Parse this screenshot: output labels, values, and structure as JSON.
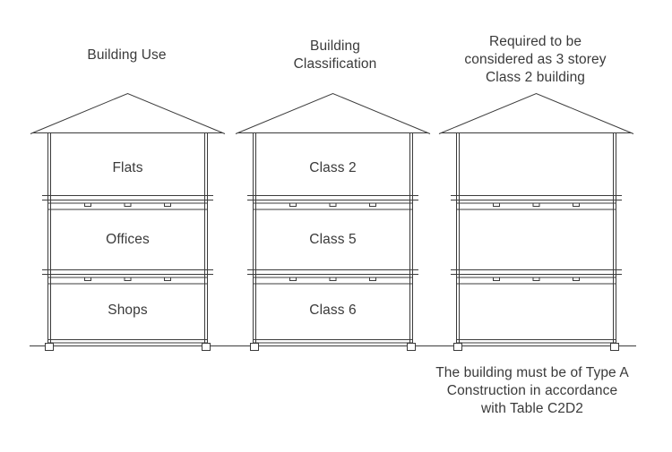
{
  "colors": {
    "line": "#3b3b3b",
    "text": "#3a3a3a",
    "background": "#ffffff"
  },
  "buildings": [
    {
      "title_lines": [
        "Building Use"
      ],
      "floors": [
        "Flats",
        "Offices",
        "Shops"
      ]
    },
    {
      "title_lines": [
        "Building",
        "Classification"
      ],
      "floors": [
        "Class 2",
        "Class 5",
        "Class 6"
      ]
    },
    {
      "title_lines": [
        "Required to be",
        "considered as 3 storey",
        "Class 2 building"
      ],
      "floors": [
        "",
        "",
        ""
      ]
    }
  ],
  "footnote_lines": [
    "The building must be of Type A",
    "Construction in accordance",
    "with Table C2D2"
  ]
}
